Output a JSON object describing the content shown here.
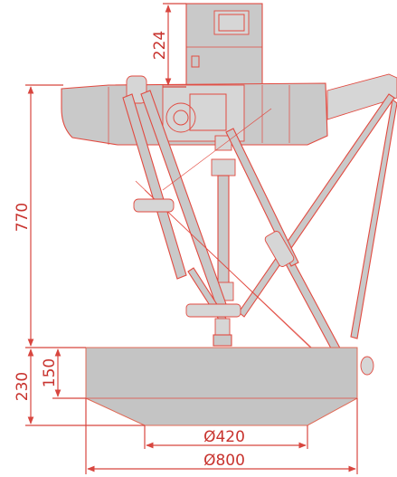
{
  "dimensions": {
    "motor_height": "224",
    "robot_height": "770",
    "base_height": "230",
    "base_top_height": "150",
    "inner_diameter": "Ø420",
    "outer_diameter": "Ø800"
  },
  "colors": {
    "dimension": "#c8332e",
    "outline": "#e24a40",
    "fill": "#c9c9c9"
  }
}
